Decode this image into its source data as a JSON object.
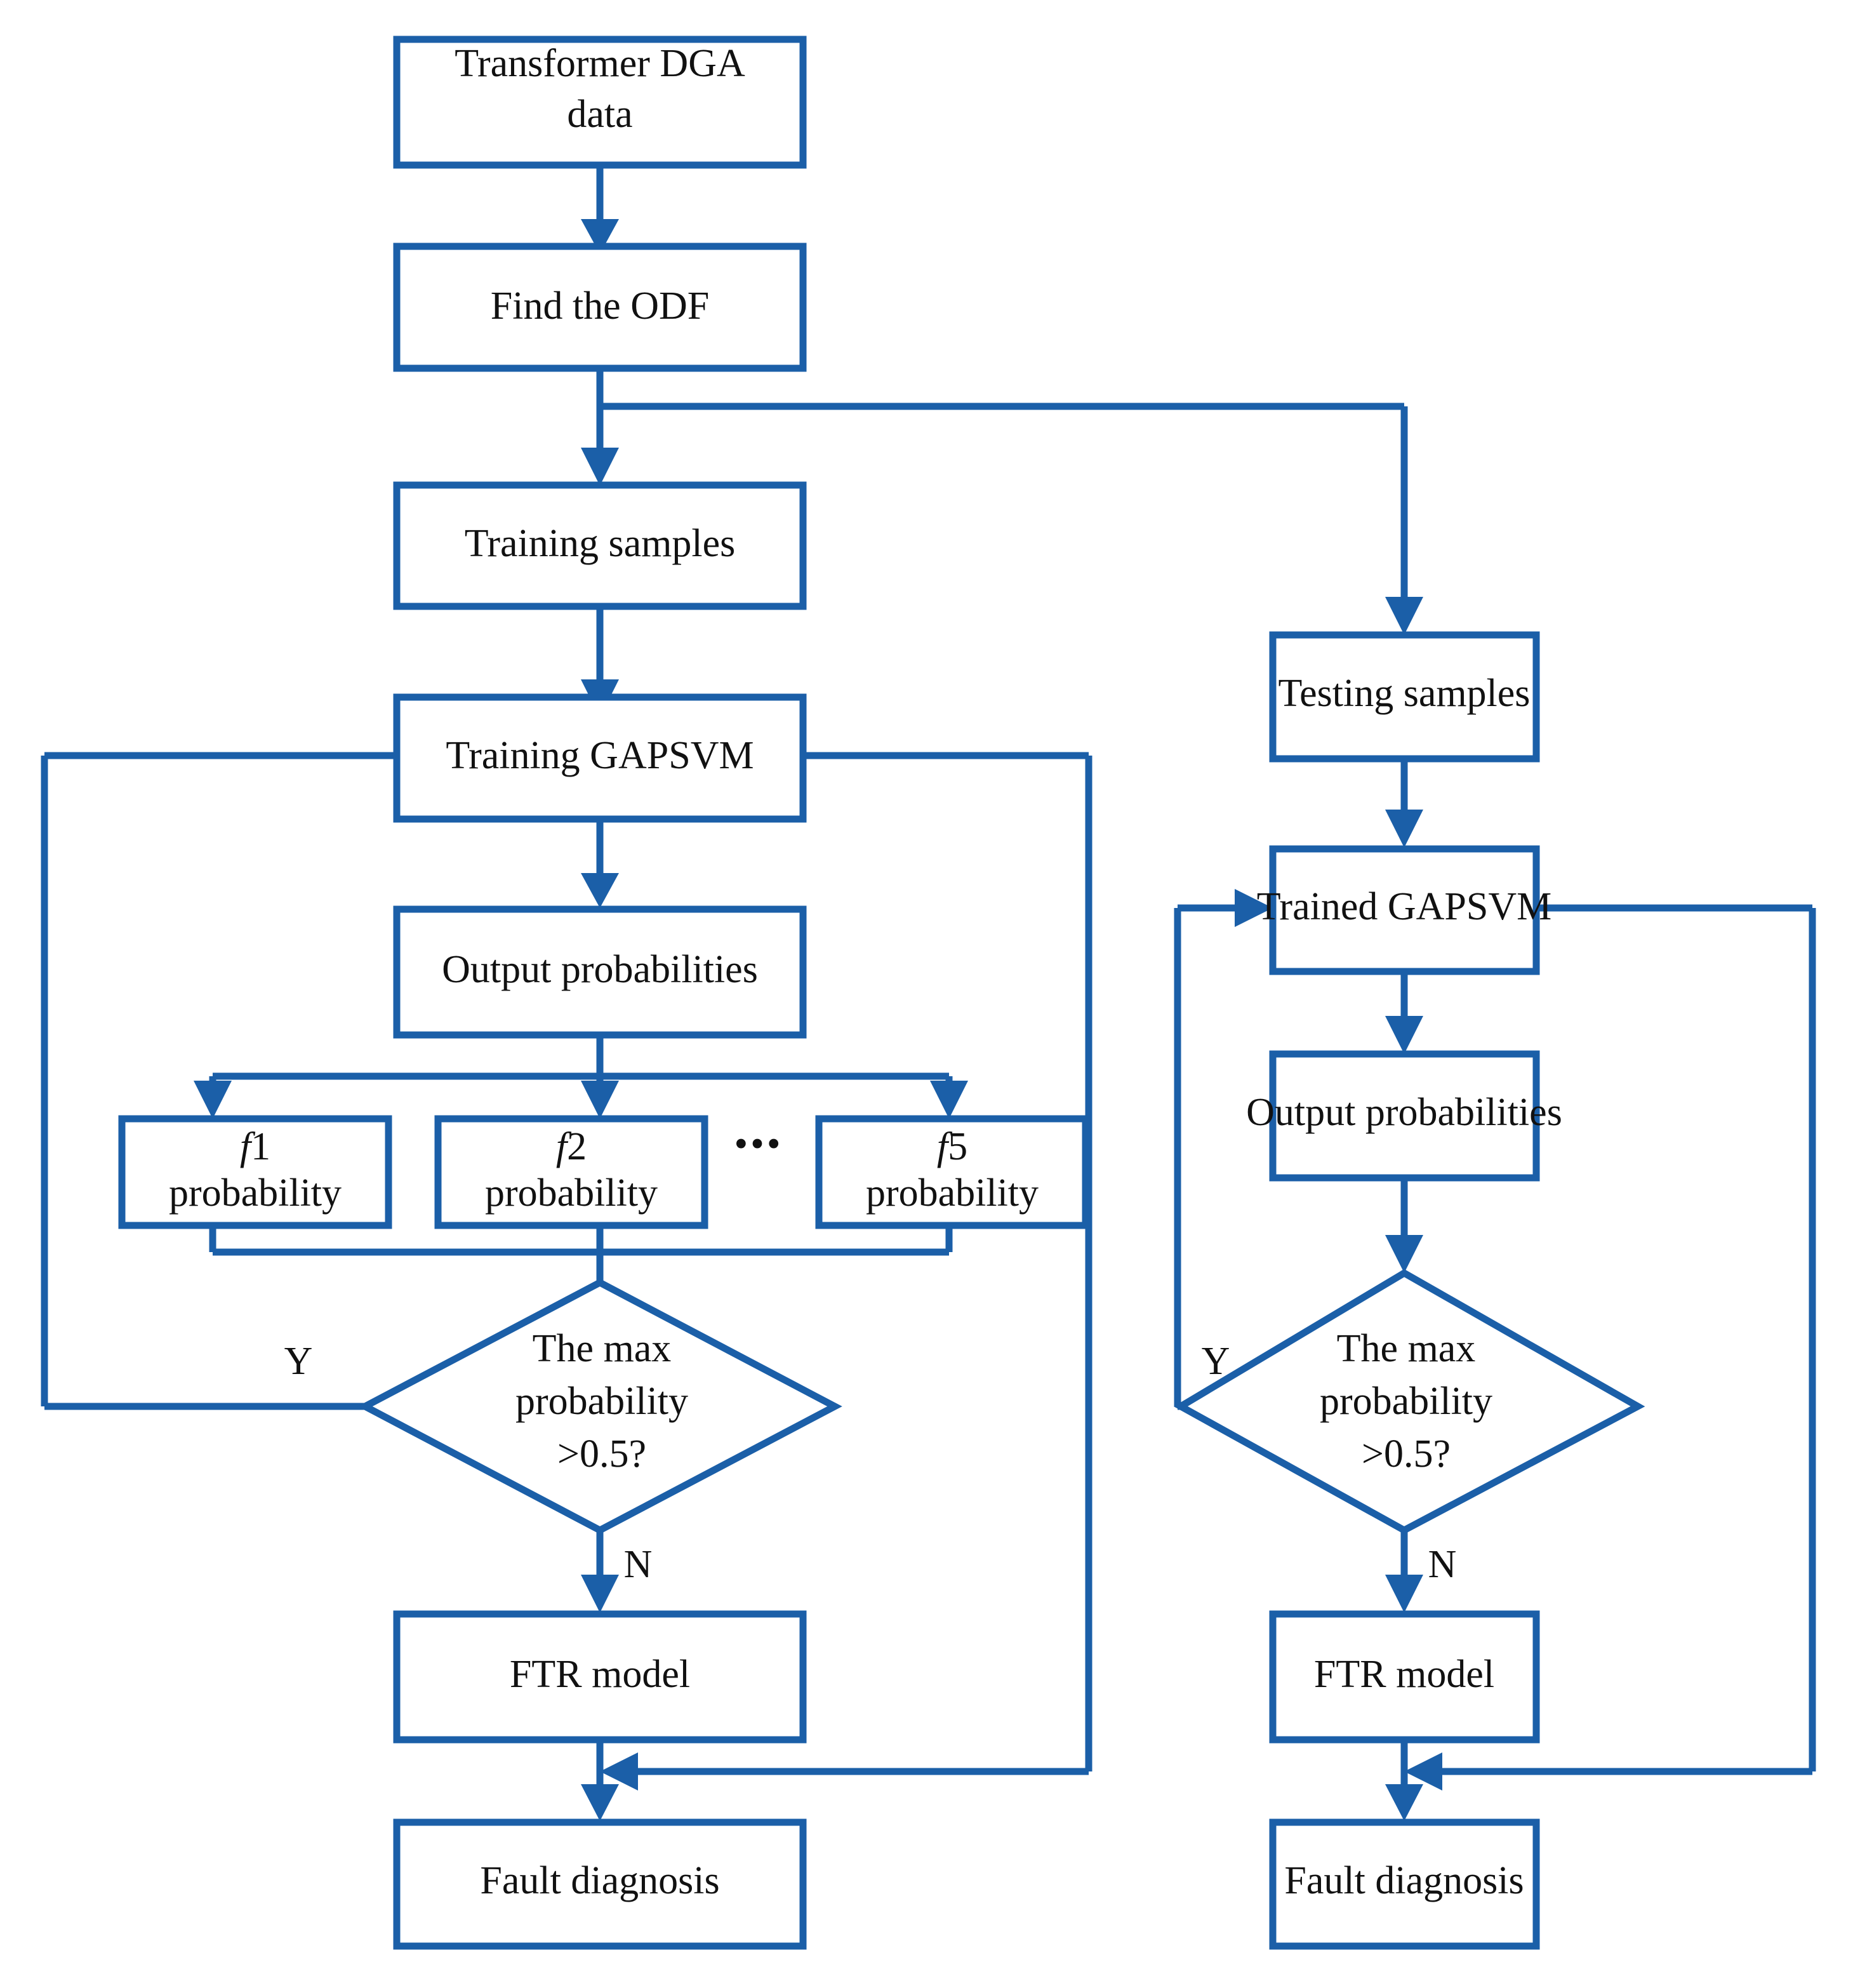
{
  "diagram": {
    "title": "Transformer DGA fault diagnosis flowchart (GAPSVM + FTR)",
    "accent_color": "#1B5FA8",
    "background_color": "#FFFFFF",
    "text_color": "#111111"
  },
  "nodes": {
    "dga_data": {
      "label_line1": "Transformer DGA",
      "label_line2": "data",
      "shape": "rect"
    },
    "find_odf": {
      "label": "Find the ODF",
      "shape": "rect"
    },
    "training_samples": {
      "label": "Training samples",
      "shape": "rect"
    },
    "training_gapsvm": {
      "label": "Training GAPSVM",
      "shape": "rect"
    },
    "output_probabilities_left": {
      "label": "Output probabilities",
      "shape": "rect"
    },
    "f1_probability": {
      "label_fn": "f",
      "label_idx": "1",
      "label_line2": "probability",
      "shape": "rect"
    },
    "f2_probability": {
      "label_fn": "f",
      "label_idx": "2",
      "label_line2": "probability",
      "shape": "rect"
    },
    "f5_probability": {
      "label_fn": "f",
      "label_idx": "5",
      "label_line2": "probability",
      "shape": "rect"
    },
    "ellipsis": {
      "label": "•••"
    },
    "decision_left": {
      "line1": "The max",
      "line2": "probability",
      "line3": ">0.5?",
      "shape": "diamond"
    },
    "ftr_model_left": {
      "label": "FTR model",
      "shape": "rect"
    },
    "fault_diagnosis_left": {
      "label": "Fault diagnosis",
      "shape": "rect"
    },
    "testing_samples": {
      "label": "Testing samples",
      "shape": "rect"
    },
    "trained_gapsvm": {
      "label": "Trained GAPSVM",
      "shape": "rect"
    },
    "output_probabilities_right": {
      "label": "Output probabilities",
      "shape": "rect"
    },
    "decision_right": {
      "line1": "The max",
      "line2": "probability",
      "line3": ">0.5?",
      "shape": "diamond"
    },
    "ftr_model_right": {
      "label": "FTR model",
      "shape": "rect"
    },
    "fault_diagnosis_right": {
      "label": "Fault diagnosis",
      "shape": "rect"
    }
  },
  "edge_labels": {
    "left_yes": "Y",
    "left_no": "N",
    "right_yes": "Y",
    "right_no": "N"
  },
  "chart_data": {
    "type": "diagram",
    "flow": [
      {
        "from": "dga_data",
        "to": "find_odf",
        "label": ""
      },
      {
        "from": "find_odf",
        "to": "training_samples",
        "label": ""
      },
      {
        "from": "find_odf",
        "to": "testing_samples",
        "label": ""
      },
      {
        "from": "training_samples",
        "to": "training_gapsvm",
        "label": ""
      },
      {
        "from": "training_gapsvm",
        "to": "output_probabilities_left",
        "label": ""
      },
      {
        "from": "output_probabilities_left",
        "to": "f1_probability",
        "label": ""
      },
      {
        "from": "output_probabilities_left",
        "to": "f2_probability",
        "label": ""
      },
      {
        "from": "output_probabilities_left",
        "to": "f5_probability",
        "label": ""
      },
      {
        "from": "f1_probability",
        "to": "decision_left",
        "label": ""
      },
      {
        "from": "f2_probability",
        "to": "decision_left",
        "label": ""
      },
      {
        "from": "f5_probability",
        "to": "decision_left",
        "label": ""
      },
      {
        "from": "decision_left",
        "to": "training_gapsvm",
        "label": "Y"
      },
      {
        "from": "decision_left",
        "to": "ftr_model_left",
        "label": "N"
      },
      {
        "from": "ftr_model_left",
        "to": "fault_diagnosis_left",
        "label": ""
      },
      {
        "from": "training_gapsvm",
        "to": "fault_diagnosis_left",
        "label": ""
      },
      {
        "from": "testing_samples",
        "to": "trained_gapsvm",
        "label": ""
      },
      {
        "from": "trained_gapsvm",
        "to": "output_probabilities_right",
        "label": ""
      },
      {
        "from": "output_probabilities_right",
        "to": "decision_right",
        "label": ""
      },
      {
        "from": "decision_right",
        "to": "trained_gapsvm",
        "label": "Y"
      },
      {
        "from": "decision_right",
        "to": "ftr_model_right",
        "label": "N"
      },
      {
        "from": "ftr_model_right",
        "to": "fault_diagnosis_right",
        "label": ""
      },
      {
        "from": "trained_gapsvm",
        "to": "fault_diagnosis_right",
        "label": ""
      }
    ]
  }
}
